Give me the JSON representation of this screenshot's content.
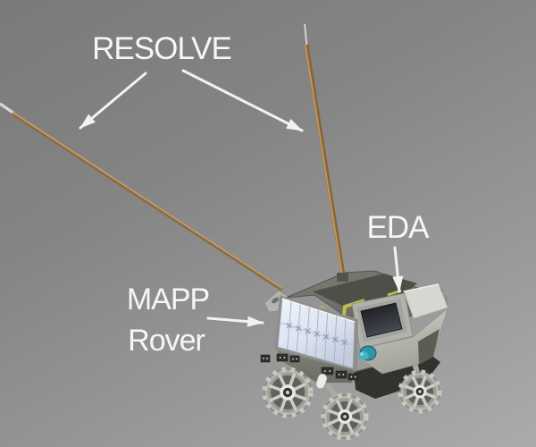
{
  "diagram": {
    "labels": {
      "resolve": "RESOLVE",
      "eda": "EDA",
      "mapp_rover_line1": "MAPP",
      "mapp_rover_line2": "Rover"
    },
    "colors": {
      "background_top_left": "#7a7a7a",
      "background_bottom_right": "#ababab",
      "label_text": "#f6f6f4",
      "arrow": "#f2f2ef",
      "boom_left_dark": "#8a6c42",
      "boom_left_light": "#bf9c6a",
      "boom_right_dark": "#8a6334",
      "boom_right_light": "#c09a60",
      "boom_tip_silver": "#d8d8d4",
      "deck_gray": "#6f6e66",
      "body_pale": "#c6c6bf",
      "eda_box": "#d7d7d1",
      "solar_panel": "#e6ebf5",
      "panel_divider": "#a9b3c8",
      "trim_yellow": "#bcbc4e",
      "screen_dark": "#202126",
      "teal_accent": "#2f96a8",
      "teal_light": "#47b4c4",
      "wheel_light": "#c8c8c2",
      "wheel_mid": "#9b9b94",
      "wheel_dark": "#62625c",
      "hub_ring": "#e8e8e3",
      "chassis_dark": "#32322e",
      "connector_dark": "#2f2f2b"
    }
  }
}
